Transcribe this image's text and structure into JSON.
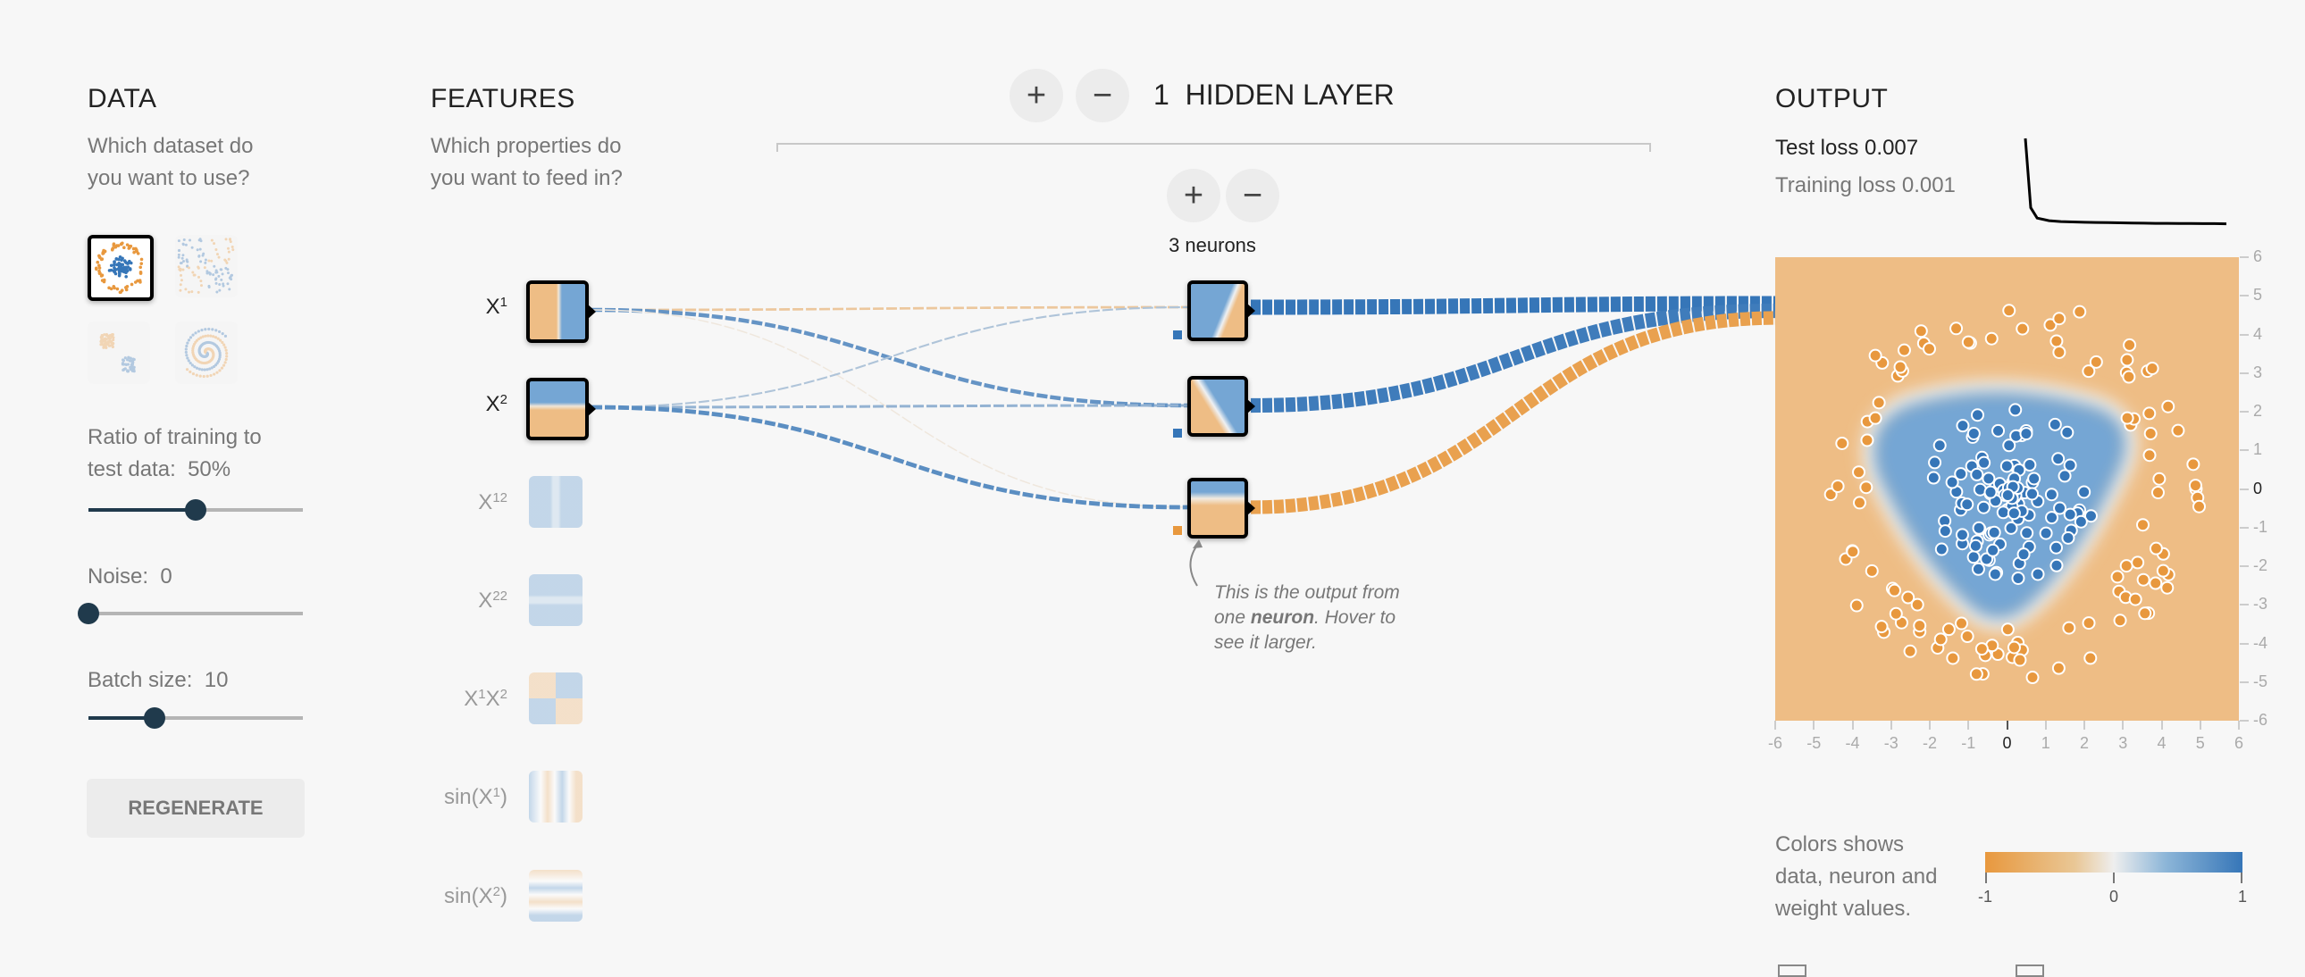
{
  "data_panel": {
    "title": "DATA",
    "subtitle_line1": "Which dataset do",
    "subtitle_line2": "you want to use?",
    "datasets": [
      {
        "name": "circle",
        "selected": true
      },
      {
        "name": "xor",
        "selected": false
      },
      {
        "name": "gaussian",
        "selected": false
      },
      {
        "name": "spiral",
        "selected": false
      }
    ],
    "ratio_label_line1": "Ratio of training to",
    "ratio_label_line2": "test data:",
    "ratio_value": "50%",
    "ratio_fraction": 0.5,
    "noise_label": "Noise:",
    "noise_value": "0",
    "noise_fraction": 0,
    "batch_label": "Batch size:",
    "batch_value": "10",
    "batch_fraction": 0.31,
    "regenerate_label": "REGENERATE"
  },
  "features_panel": {
    "title": "FEATURES",
    "subtitle_line1": "Which properties do",
    "subtitle_line2": "you want to feed in?",
    "features": [
      {
        "base": "X",
        "sup": "1",
        "tail": "",
        "active": true
      },
      {
        "base": "X",
        "sup": "2",
        "tail": "",
        "active": true
      },
      {
        "base": "X",
        "sup": "12",
        "tail": "",
        "active": false
      },
      {
        "base": "X",
        "sup": "22",
        "tail": "",
        "active": false
      },
      {
        "base": "X",
        "sup": "1",
        "tail": "X",
        "sup2": "2",
        "active": false
      },
      {
        "base": "sin(X",
        "sup": "1",
        "tail": ")",
        "active": false
      },
      {
        "base": "sin(X",
        "sup": "2",
        "tail": ")",
        "active": false
      }
    ]
  },
  "network": {
    "add_layer_symbol": "+",
    "remove_layer_symbol": "−",
    "layer_count": "1",
    "layer_label": "HIDDEN LAYER",
    "add_neuron_symbol": "+",
    "remove_neuron_symbol": "−",
    "neuron_count_label": "3 neurons",
    "annotation_part1": "This is the output from one ",
    "annotation_bold": "neuron",
    "annotation_part2": ". Hover to see it larger.",
    "input_weights": [
      {
        "from": 0,
        "to": 0,
        "w": -0.45
      },
      {
        "from": 0,
        "to": 1,
        "w": 0.75
      },
      {
        "from": 0,
        "to": 2,
        "w": -0.08
      },
      {
        "from": 1,
        "to": 0,
        "w": 0.35
      },
      {
        "from": 1,
        "to": 1,
        "w": 0.5
      },
      {
        "from": 1,
        "to": 2,
        "w": 0.8
      }
    ],
    "output_weights": [
      1.0,
      0.95,
      -0.9
    ],
    "biases": [
      0.8,
      0.8,
      -0.8
    ]
  },
  "output_panel": {
    "title": "OUTPUT",
    "test_loss_label": "Test loss",
    "test_loss_value": "0.007",
    "training_loss_label": "Training loss",
    "training_loss_value": "0.001",
    "loss_curve": [
      0.5,
      0.3,
      0.1,
      0.04,
      0.025,
      0.02,
      0.018,
      0.016,
      0.015,
      0.014,
      0.013,
      0.012,
      0.011,
      0.01,
      0.01,
      0.009,
      0.009,
      0.008,
      0.008,
      0.007
    ],
    "x_ticks": [
      "-6",
      "-5",
      "-4",
      "-3",
      "-2",
      "-1",
      "0",
      "1",
      "2",
      "3",
      "4",
      "5",
      "6"
    ],
    "y_ticks": [
      "6",
      "5",
      "4",
      "3",
      "2",
      "1",
      "0",
      "-1",
      "-2",
      "-3",
      "-4",
      "-5",
      "-6"
    ],
    "legend_text_line1": "Colors shows",
    "legend_text_line2": "data, neuron and",
    "legend_text_line3": "weight values.",
    "legend_ticks": [
      "-1",
      "0",
      "1"
    ]
  },
  "colors": {
    "orange": "#e8983e",
    "blue": "#3676b8",
    "bg_orange": "#eebd85",
    "bg_blue": "#75a6d4",
    "slider": "#203a4c"
  }
}
